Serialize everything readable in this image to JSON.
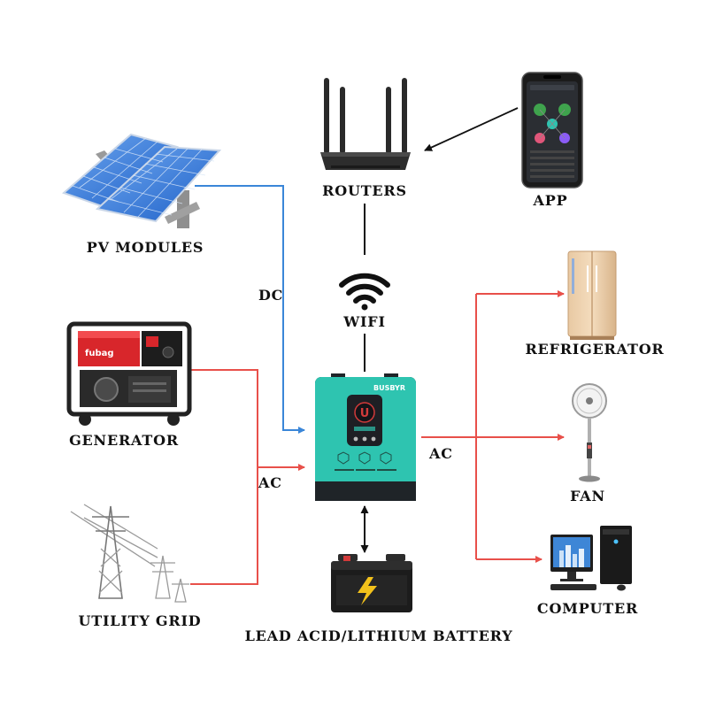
{
  "labels": {
    "routers": "ROUTERS",
    "app": "APP",
    "pv_modules": "PV MODULES",
    "dc": "DC",
    "wifi": "WIFI",
    "generator": "GENERATOR",
    "ac_in": "AC",
    "ac_out": "AC",
    "utility_grid": "UTILITY GRID",
    "battery": "LEAD ACID/LITHIUM BATTERY",
    "refrigerator": "REFRIGERATOR",
    "fan": "FAN",
    "computer": "COMPUTER"
  },
  "device": {
    "brand": "BUSBYR",
    "brand_mark": "U"
  },
  "generator_brand": "fubag",
  "colors": {
    "dc_line": "#3a86d8",
    "ac_line": "#e8504a",
    "comm_line": "#111111",
    "inverter_teal": "#2ec4b0",
    "inverter_dark": "#1f2428"
  }
}
